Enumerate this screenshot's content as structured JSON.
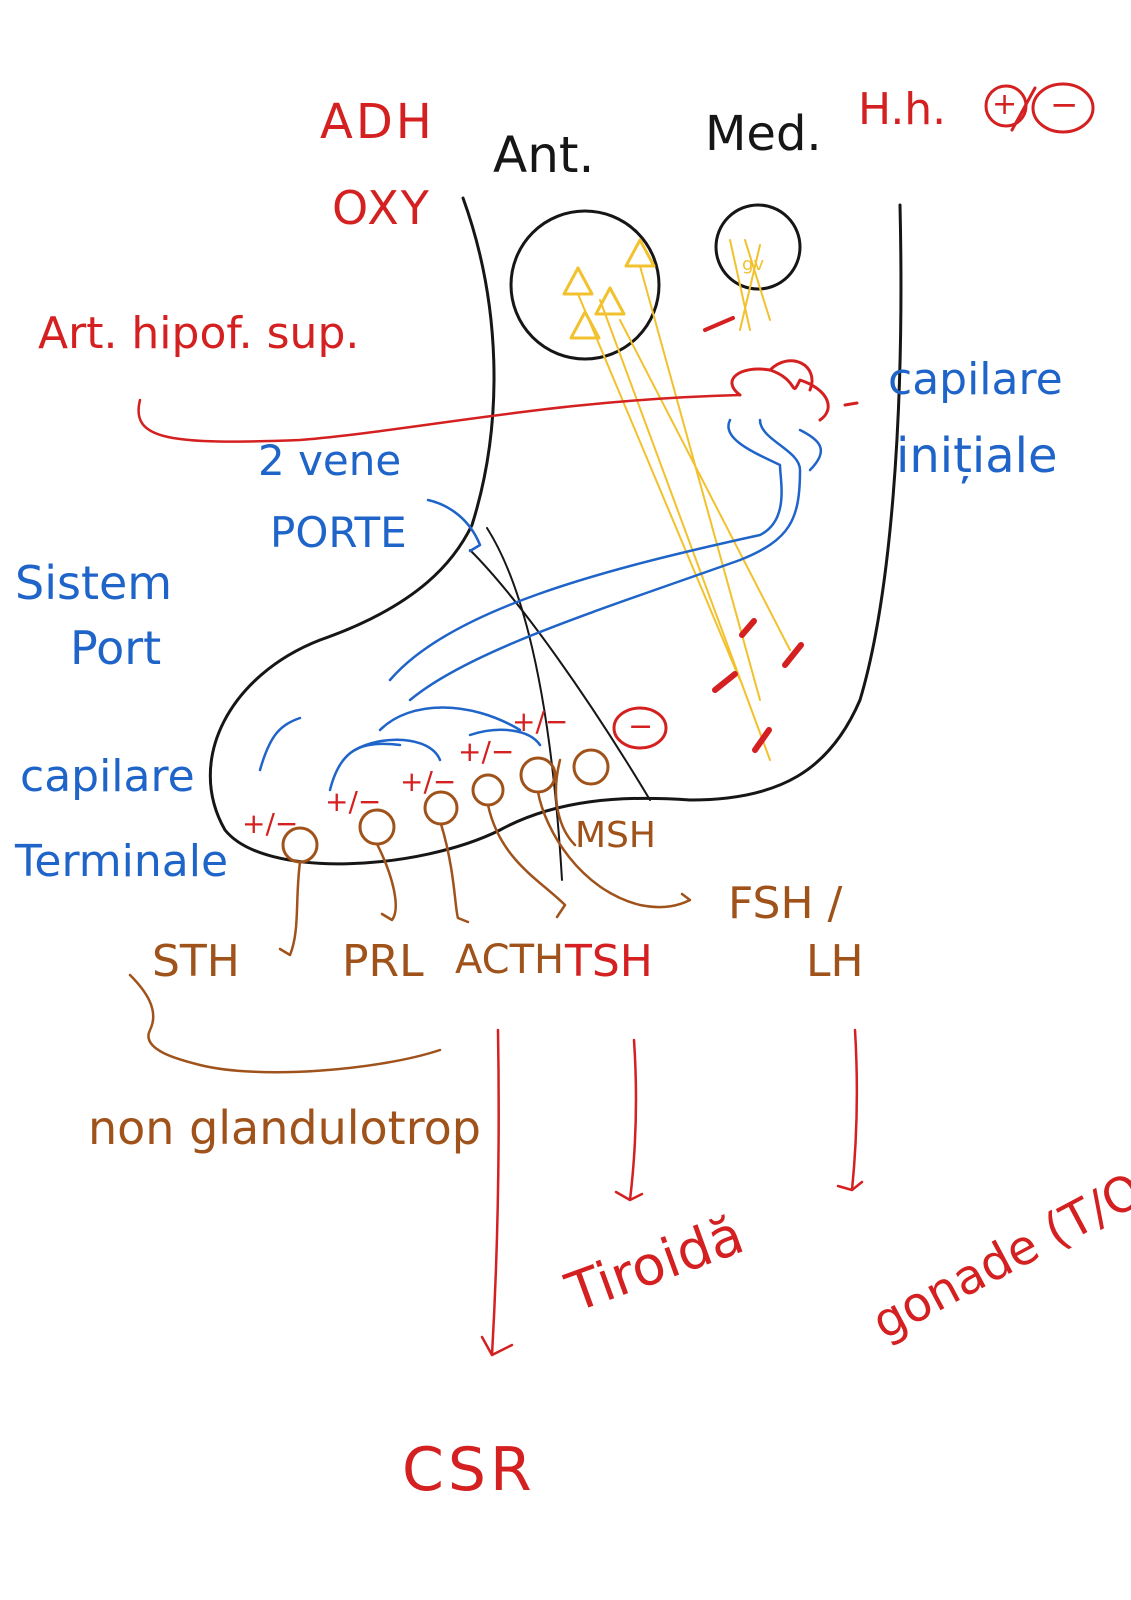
{
  "colors": {
    "red": "#d42020",
    "blue": "#1f64c8",
    "brown": "#a0521b",
    "yellow": "#f2c12e",
    "black": "#161616",
    "background": "#ffffff"
  },
  "header": {
    "adh": "ADH",
    "oxy": "OXY",
    "ant": "Ant.",
    "med": "Med.",
    "hh": "H.h.",
    "plus": "+",
    "minus": "−"
  },
  "labels": {
    "art_hipof_sup": "Art. hipof. sup.",
    "capilare_initiale_1": "capilare",
    "capilare_initiale_2": "inițiale",
    "doua_vene_1": "2 vene",
    "doua_vene_2": "PORTE",
    "sistem_port_1": "Sistem",
    "sistem_port_2": "Port",
    "capilare_terminale_1": "capilare",
    "capilare_terminale_2": "Terminale",
    "inhibit_sign": "−",
    "msh": "MSH"
  },
  "regulation_marks": [
    "+/−",
    "+/−",
    "+/−",
    "+/−",
    "+/−"
  ],
  "hormones": {
    "sth": "STH",
    "prl": "PRL",
    "acth": "ACTH",
    "tsh": "TSH",
    "fsh": "FSH /",
    "lh": "LH"
  },
  "targets": {
    "non_glandular": "non glandulotrop",
    "csr": "CSR",
    "tiroida": "Tiroidă",
    "gonade": "gonade (T/O)"
  }
}
